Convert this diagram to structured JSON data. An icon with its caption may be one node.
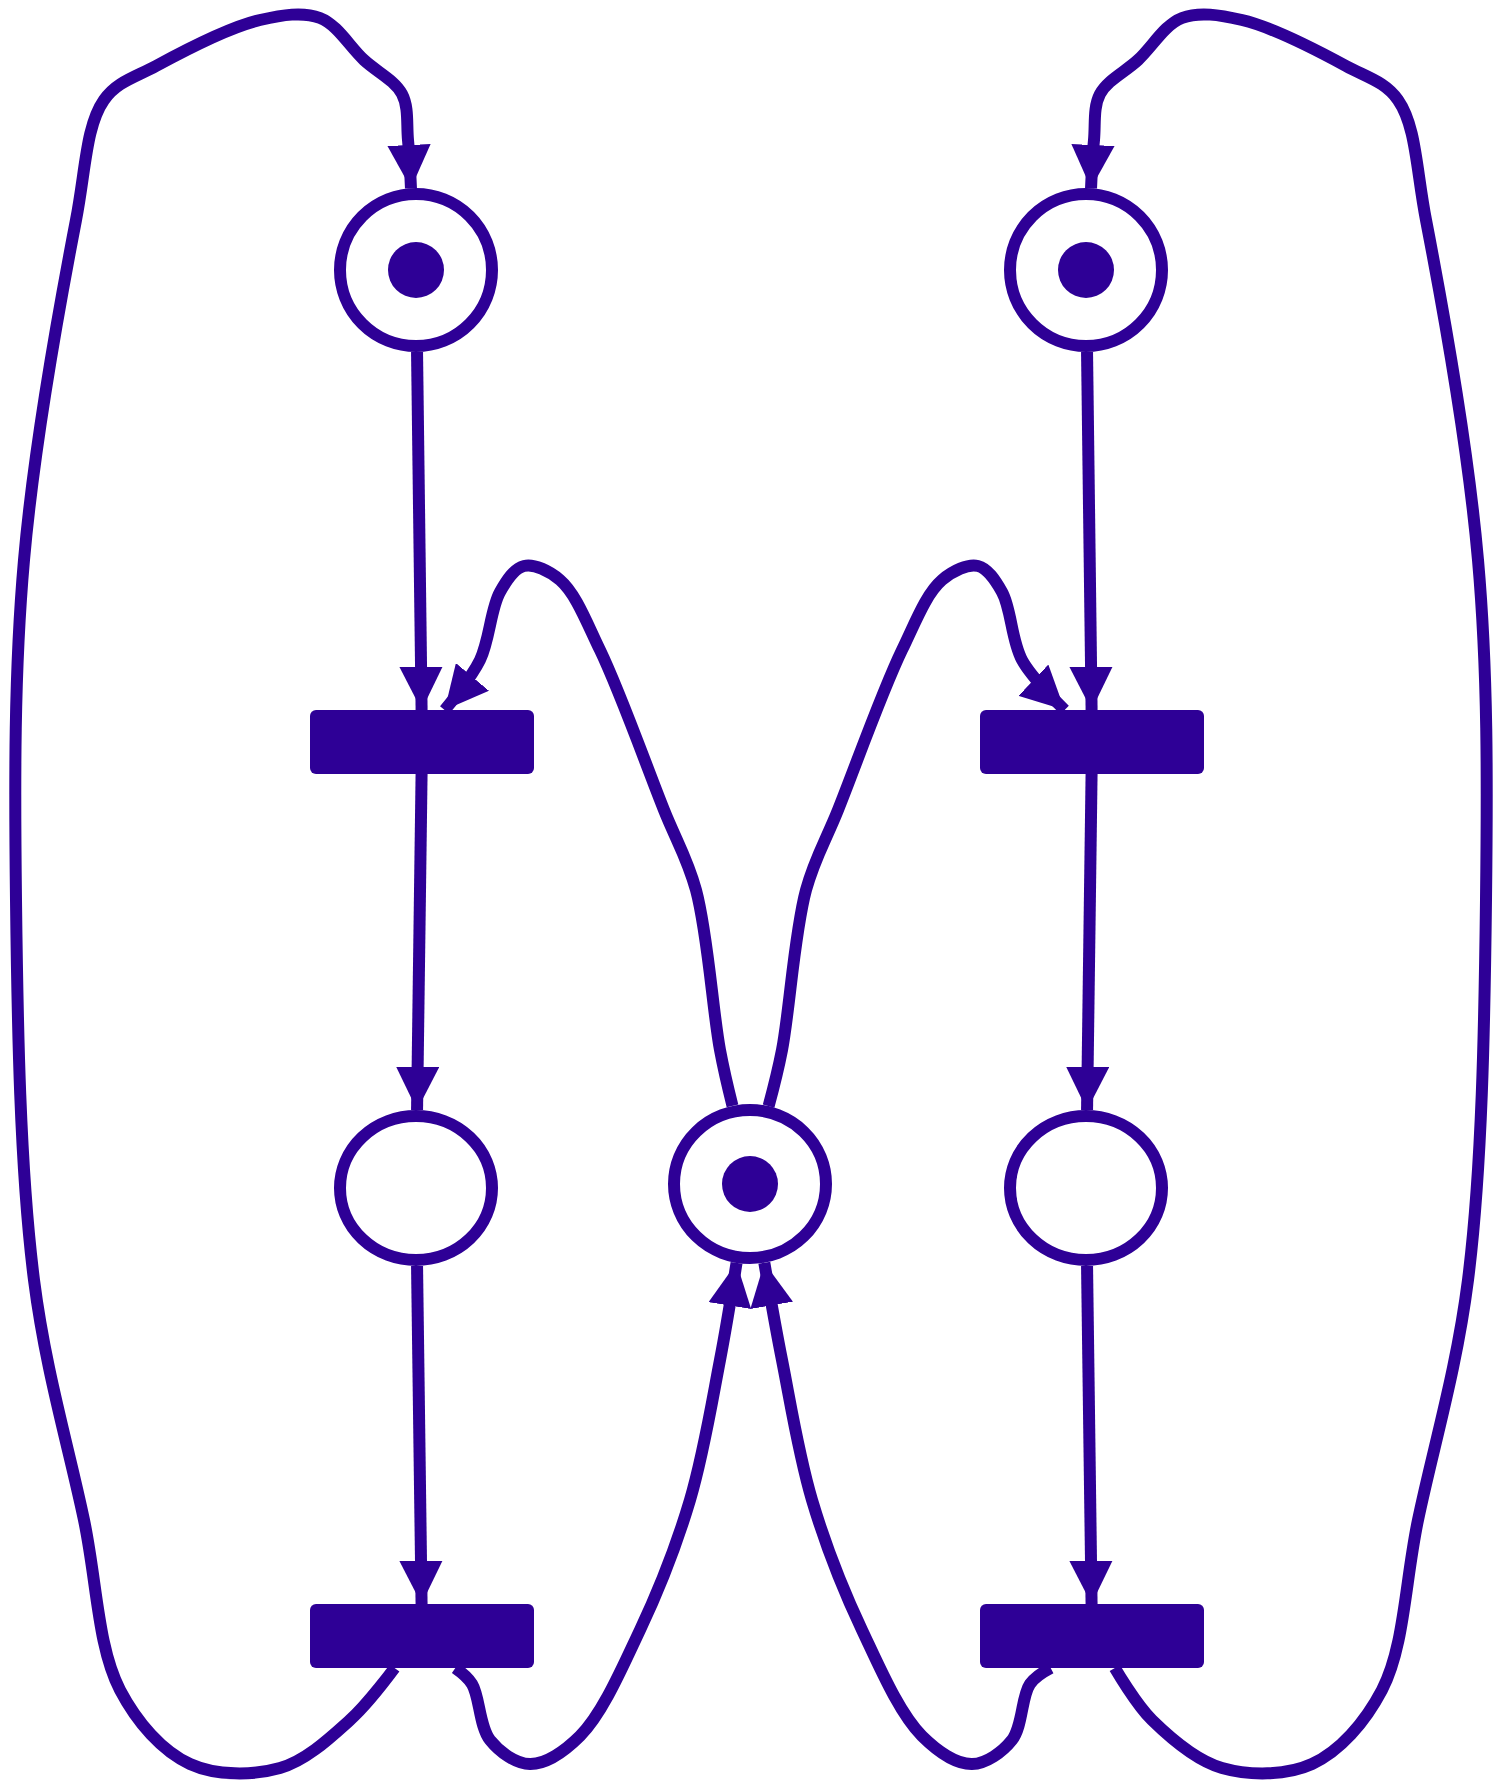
{
  "diagram": {
    "nodes": [
      {
        "text": [],
        "shape": "circle"
      },
      {
        "text": [],
        "shape": "dot",
        "in": 0
      },
      {
        "text": [],
        "shape": "circle"
      },
      {
        "text": [],
        "shape": "dot",
        "in": 2
      },
      {
        "text": [],
        "shape": "bar"
      },
      {
        "text": [],
        "shape": "bar"
      },
      {
        "text": [],
        "shape": "circle"
      },
      {
        "text": [],
        "shape": "circle"
      },
      {
        "text": [],
        "shape": "dot",
        "in": 7
      },
      {
        "text": [],
        "shape": "circle"
      },
      {
        "text": [],
        "shape": "bar"
      },
      {
        "text": [],
        "shape": "bar"
      }
    ],
    "edges": [
      {
        "from": 0,
        "to": 4,
        "arrow": "to"
      },
      {
        "from": 4,
        "to": 6,
        "arrow": "to"
      },
      {
        "from": 6,
        "to": 10,
        "arrow": "to"
      },
      {
        "from": 10,
        "to": 0,
        "arrow": "to"
      },
      {
        "from": 10,
        "to": 7,
        "arrow": "to"
      },
      {
        "from": 7,
        "to": 4,
        "arrow": "to"
      },
      {
        "from": 2,
        "to": 5,
        "arrow": "to"
      },
      {
        "from": 5,
        "to": 9,
        "arrow": "to"
      },
      {
        "from": 9,
        "to": 11,
        "arrow": "to"
      },
      {
        "from": 11,
        "to": 2,
        "arrow": "to"
      },
      {
        "from": 11,
        "to": 7,
        "arrow": "to"
      },
      {
        "from": 7,
        "to": 5,
        "arrow": "to"
      }
    ]
  }
}
